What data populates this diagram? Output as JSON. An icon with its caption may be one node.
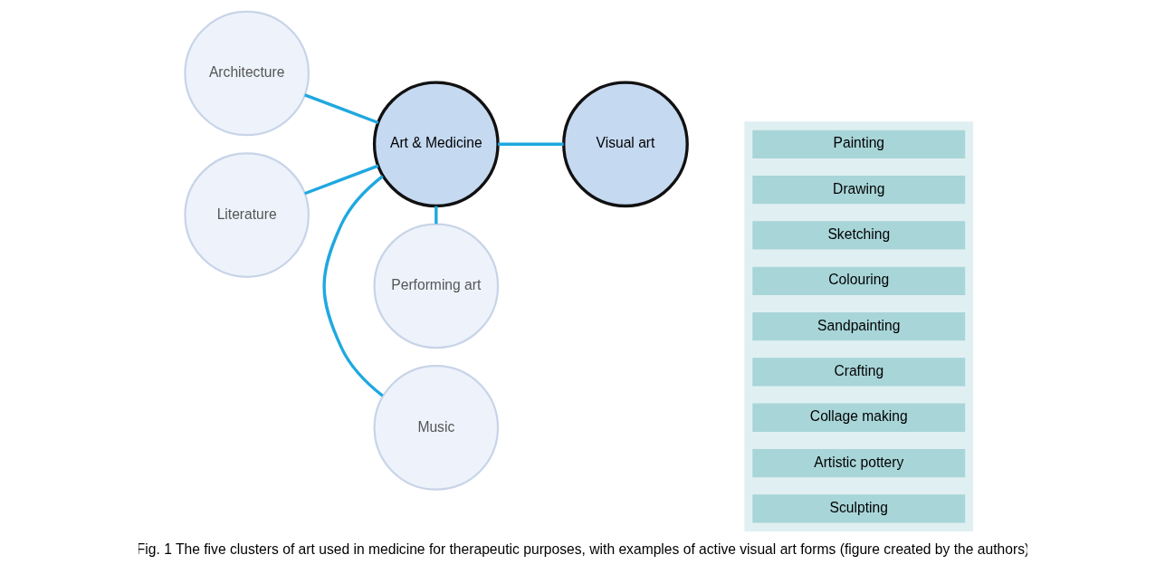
{
  "diagram": {
    "caption": "Fig. 1 The five clusters of art used in medicine for therapeutic purposes, with examples of active visual art forms (figure created by the authors)",
    "nodes": [
      {
        "text": [
          "Music"
        ]
      },
      {
        "text": [
          "Architecture"
        ]
      },
      {
        "text": [
          "Art & Medicine"
        ]
      },
      {
        "text": [
          "Visual art"
        ]
      },
      {
        "text": [
          "Literature"
        ]
      },
      {
        "text": [
          "Performing art"
        ]
      },
      {
        "text": [],
        "shape": "box"
      },
      {
        "text": [
          "Painting"
        ],
        "in": 6
      },
      {
        "text": [
          "Drawing"
        ],
        "in": 6
      },
      {
        "text": [
          "Sketching"
        ],
        "in": 6
      },
      {
        "text": [
          "Colouring"
        ],
        "in": 6
      },
      {
        "text": [
          "Sandpainting"
        ],
        "in": 6
      },
      {
        "text": [
          "Crafting"
        ],
        "in": 6
      },
      {
        "text": [
          "Collage making"
        ],
        "in": 6
      },
      {
        "text": [
          "Artistic pottery"
        ],
        "in": 6
      },
      {
        "text": [
          "Sculpting"
        ],
        "in": 6
      }
    ],
    "edges": [
      {
        "from": 2,
        "to": 0,
        "arrow": "none"
      },
      {
        "from": 2,
        "to": 1,
        "arrow": "none"
      },
      {
        "from": 2,
        "to": 3,
        "arrow": "none"
      },
      {
        "from": 2,
        "to": 4,
        "arrow": "none"
      },
      {
        "from": 2,
        "to": 5,
        "arrow": "none"
      }
    ]
  }
}
